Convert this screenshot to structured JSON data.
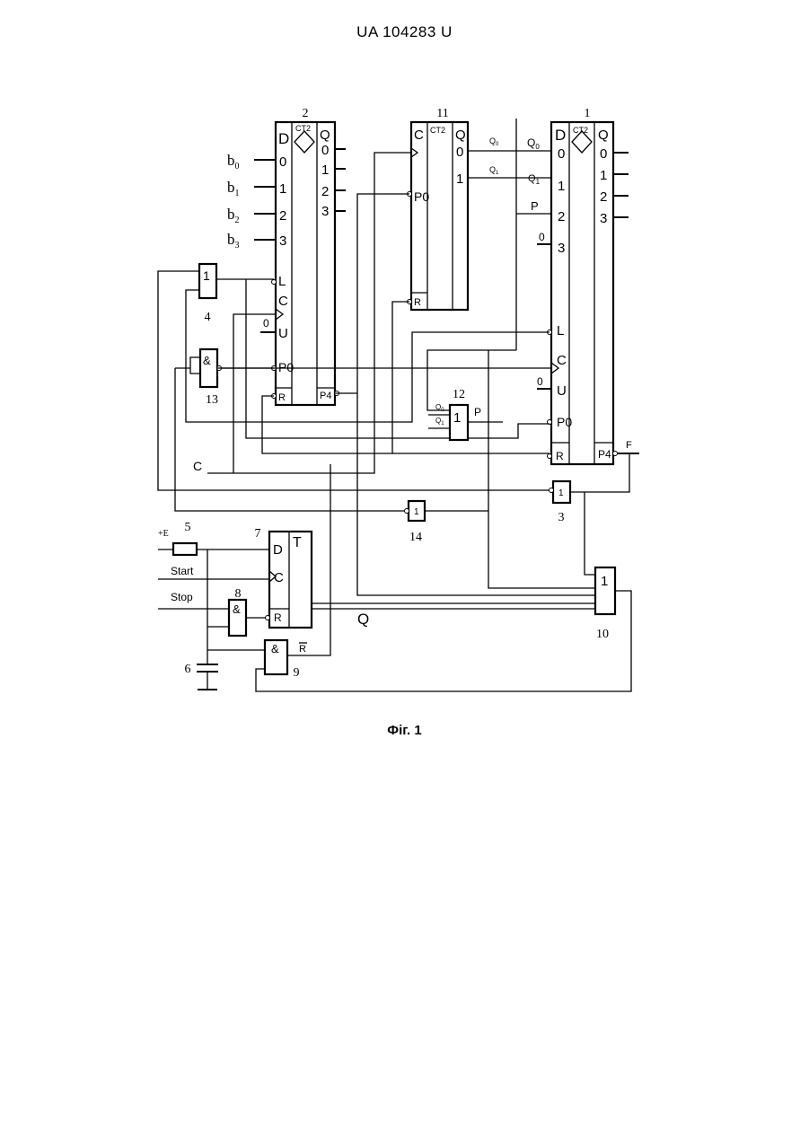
{
  "header": "UA   104283   U",
  "caption": "Фіг. 1",
  "counter_1": {
    "number": "1",
    "type": "CT2",
    "d": "D",
    "q": "Q",
    "inputs": [
      "0",
      "1",
      "2",
      "3"
    ],
    "outputs": [
      "0",
      "1",
      "2",
      "3"
    ],
    "pins": [
      "L",
      "C",
      "U",
      "P0",
      "R",
      "P4"
    ]
  },
  "counter_2": {
    "number": "2",
    "type": "CT2",
    "d": "D",
    "q": "Q",
    "inputs": [
      "0",
      "1",
      "2",
      "3"
    ],
    "outputs": [
      "0",
      "1",
      "2",
      "3"
    ],
    "pins": [
      "L",
      "C",
      "U",
      "P0",
      "R",
      "P4"
    ]
  },
  "counter_11": {
    "number": "11",
    "type": "CT2",
    "c": "C",
    "q": "Q",
    "outputs": [
      "0",
      "1"
    ],
    "pins": [
      "P0",
      "R"
    ]
  },
  "trigger_7": {
    "number": "7",
    "type": "T",
    "pins": [
      "D",
      "C",
      "R"
    ]
  },
  "gates": {
    "g4": {
      "number": "4",
      "symbol": "1"
    },
    "g13": {
      "number": "13",
      "symbol": "&"
    },
    "g12": {
      "number": "12",
      "symbol": "1"
    },
    "g3": {
      "number": "3",
      "symbol": "1"
    },
    "g14": {
      "number": "14",
      "symbol": "1"
    },
    "g8": {
      "number": "8",
      "symbol": "&"
    },
    "g9": {
      "number": "9",
      "symbol": "&"
    },
    "g10": {
      "number": "10",
      "symbol": "1"
    }
  },
  "resistor_5": {
    "number": "5",
    "label": "+E"
  },
  "capacitor_6": {
    "number": "6"
  },
  "signals": {
    "b0": "b0",
    "b1": "b1",
    "b2": "b2",
    "b3": "b3",
    "c": "C",
    "start": "Start",
    "stop": "Stop",
    "q0": "Q0",
    "q1": "Q1",
    "p": "P",
    "f": "F",
    "rbar": "R",
    "q": "Q",
    "zero": "0"
  }
}
